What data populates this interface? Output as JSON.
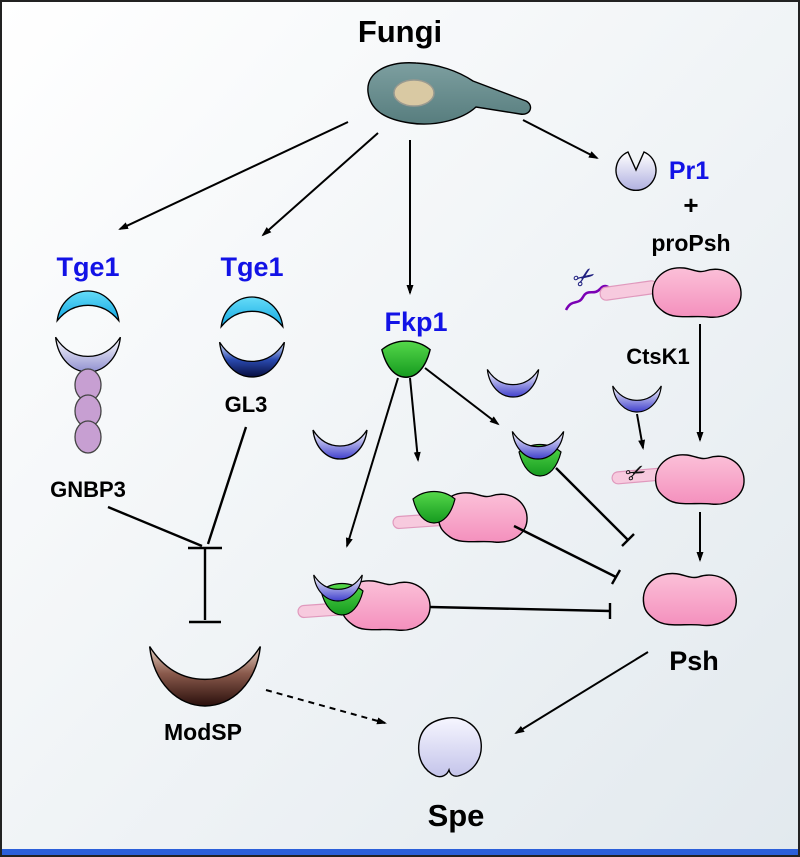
{
  "figure": {
    "title": "Fungi"
  },
  "nodes": {
    "tge1_left": {
      "label": "Tge1"
    },
    "tge1_mid": {
      "label": "Tge1"
    },
    "gnbp3": {
      "label": "GNBP3"
    },
    "gl3": {
      "label": "GL3"
    },
    "fkp1": {
      "label": "Fkp1"
    },
    "pr1": {
      "label": "Pr1"
    },
    "plus": {
      "label": "+"
    },
    "propsh": {
      "label": "proPsh"
    },
    "ctsk1": {
      "label": "CtsK1"
    },
    "psh": {
      "label": "Psh"
    },
    "modsp": {
      "label": "ModSP"
    },
    "spe": {
      "label": "Spe"
    }
  },
  "icons": {
    "scissors": "✂"
  },
  "colors": {
    "label_blue": "#1212e6",
    "pink_blob": "#f79cc6",
    "pink_tail": "#f7cade",
    "green_wedge": "#2db435",
    "cyan_crescent": "#2ec0ee",
    "blue_crescent": "#4040cc",
    "navy_crescent": "#0a1160",
    "lavender_shape": "#b0b0e0",
    "beads_purple": "#c79fd2",
    "modsp_brown": "#3a1410",
    "fungus_teal": "#6d9293",
    "squiggle_purple": "#7a00b4",
    "footer_blue": "#2b5fd9"
  }
}
